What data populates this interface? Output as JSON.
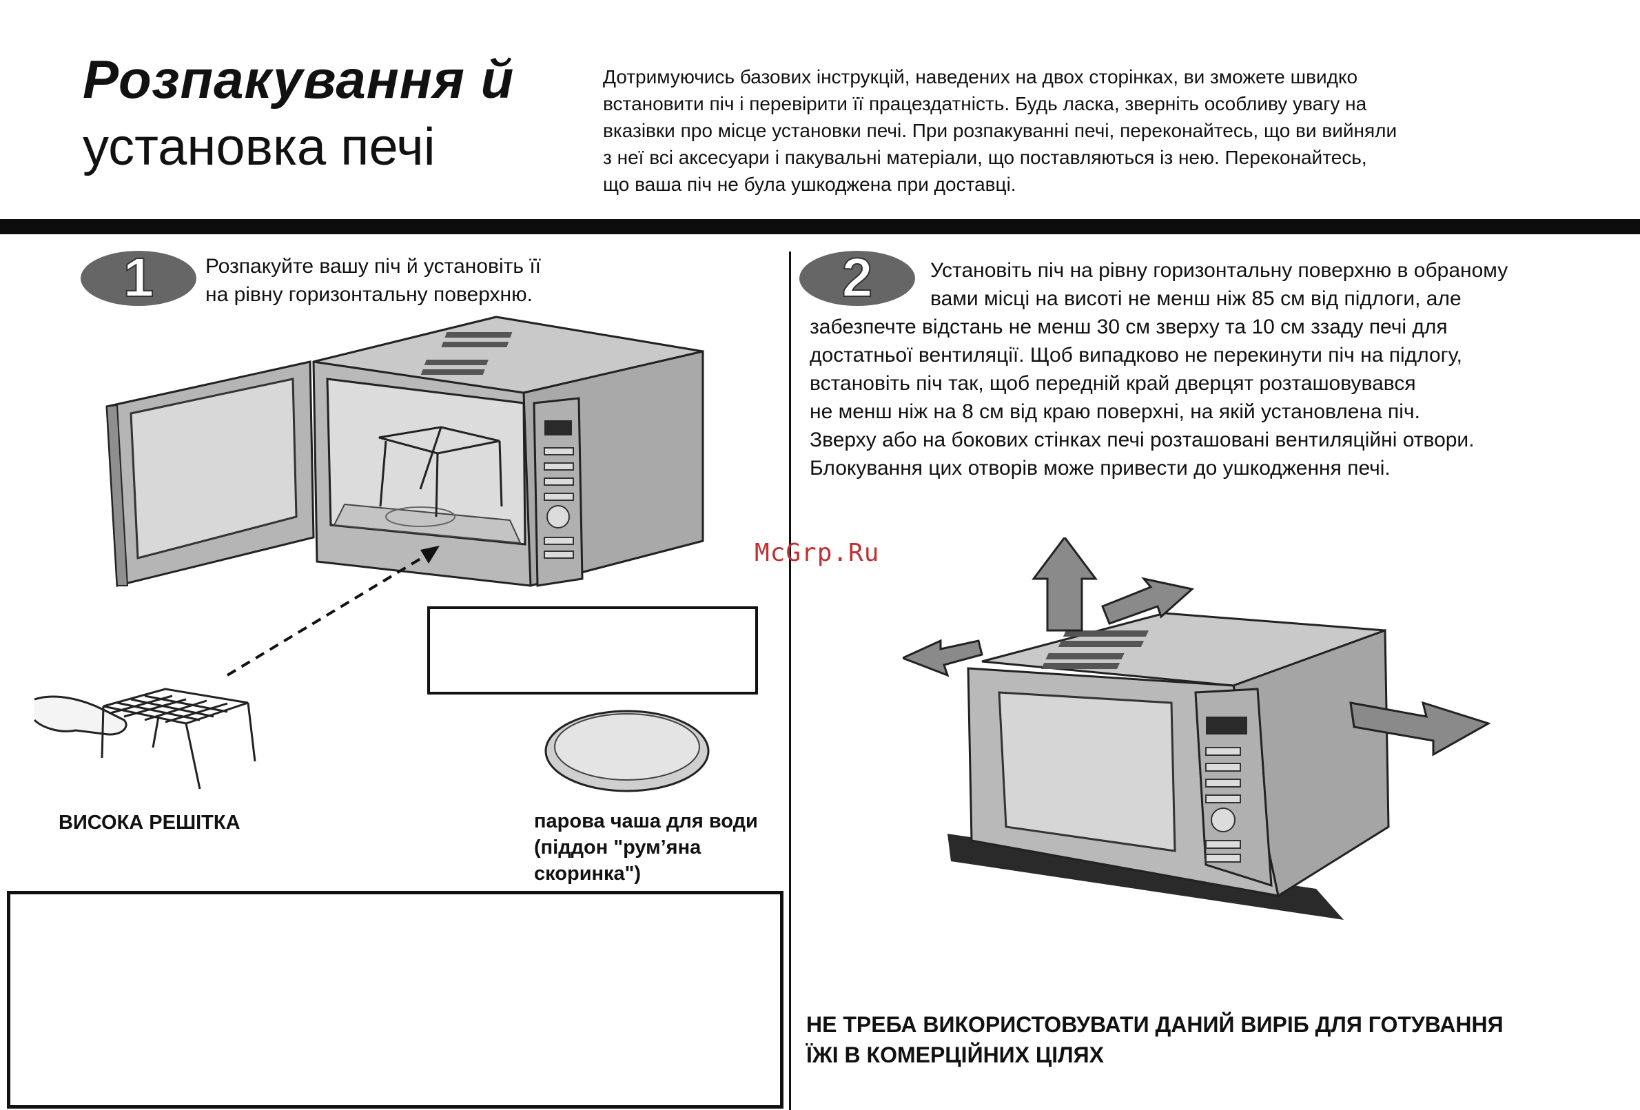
{
  "header": {
    "title_line1": "Розпакування й",
    "title_line2": "установка печі",
    "intro_lines": [
      "Дотримуючись базових інструкцій, наведених на двох сторінках, ви зможете швидко",
      "встановити піч і перевірити її працездатність. Будь ласка, зверніть особливу увагу на",
      "вказівки про місце установки печі. При розпакуванні печі, переконайтесь, що ви вийняли",
      "з неї всі аксесуари і пакувальні матеріали, що поставляються із нею. Переконайтесь,",
      "що ваша піч не була ушкоджена при доставці."
    ]
  },
  "step1": {
    "number": "1",
    "lines": [
      "Розпакуйте вашу піч й установіть її",
      "на рівну горизонтальну поверхню."
    ],
    "rack_label": "ВИСОКА РЕШІТКА",
    "tray_label_lines": [
      "парова чаша для води",
      "(піддон \"рум’яна",
      "скоринка\")"
    ]
  },
  "step2": {
    "number": "2",
    "lines": [
      "Установіть піч на рівну горизонтальну поверхню в обраному",
      "вами місці на висоті не менш ніж 85 см від підлоги, але",
      "забезпечте відстань не менш 30 см зверху та 10 см ззаду печі для",
      "достатньої вентиляції. Щоб випадково не перекинути піч на підлогу,",
      "встановіть піч так, щоб передній край дверцят розташовувався",
      "не менш ніж на 8 см від краю поверхні, на якій установлена піч.",
      "Зверху або на бокових стінках печі розташовані вентиляційні отвори.",
      "Блокування цих отворів може привести до ушкодження печі."
    ]
  },
  "watermark": "McGrp.Ru",
  "warning_lines": [
    "НЕ ТРЕБА ВИКОРИСТОВУВАТИ ДАНИЙ ВИРІБ ДЛЯ ГОТУВАННЯ",
    "ЇЖІ В КОМЕРЦІЙНИХ ЦІЛЯХ"
  ],
  "colors": {
    "ink": "#111111",
    "badge_fill": "#666666",
    "oven_body": "#b9b9b9",
    "oven_shadow": "#2a2a2a",
    "arrow_fill": "#8a8a8a",
    "watermark": "#c03030"
  }
}
